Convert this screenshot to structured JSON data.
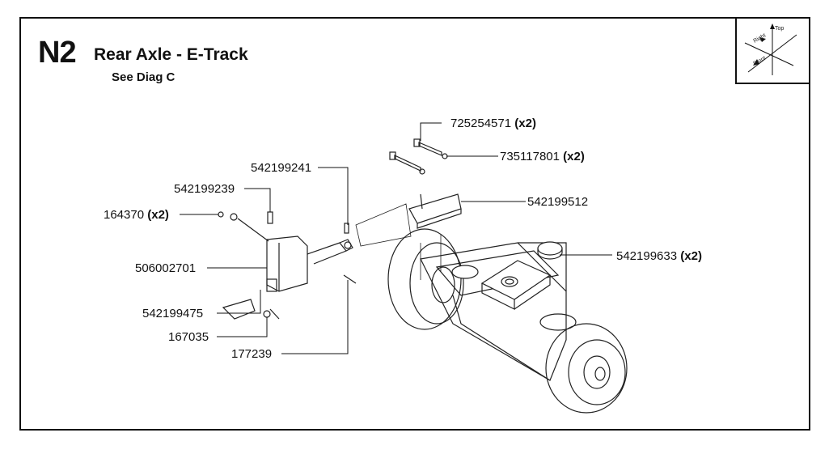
{
  "header": {
    "code": "N2",
    "title": "Rear Axle - E-Track",
    "subtitle": "See Diag C"
  },
  "compass": {
    "top_label": "Top",
    "right_label": "Right",
    "front_label": "Front"
  },
  "parts": [
    {
      "id": "p1",
      "number": "725254571",
      "qty": "(x2)"
    },
    {
      "id": "p2",
      "number": "735117801",
      "qty": "(x2)"
    },
    {
      "id": "p3",
      "number": "542199241",
      "qty": ""
    },
    {
      "id": "p4",
      "number": "542199512",
      "qty": ""
    },
    {
      "id": "p5",
      "number": "542199239",
      "qty": ""
    },
    {
      "id": "p6",
      "number": "164370",
      "qty": "(x2)"
    },
    {
      "id": "p7",
      "number": "542199633",
      "qty": "(x2)"
    },
    {
      "id": "p8",
      "number": "506002701",
      "qty": ""
    },
    {
      "id": "p9",
      "number": "542199475",
      "qty": ""
    },
    {
      "id": "p10",
      "number": "167035",
      "qty": ""
    },
    {
      "id": "p11",
      "number": "177239",
      "qty": ""
    }
  ]
}
